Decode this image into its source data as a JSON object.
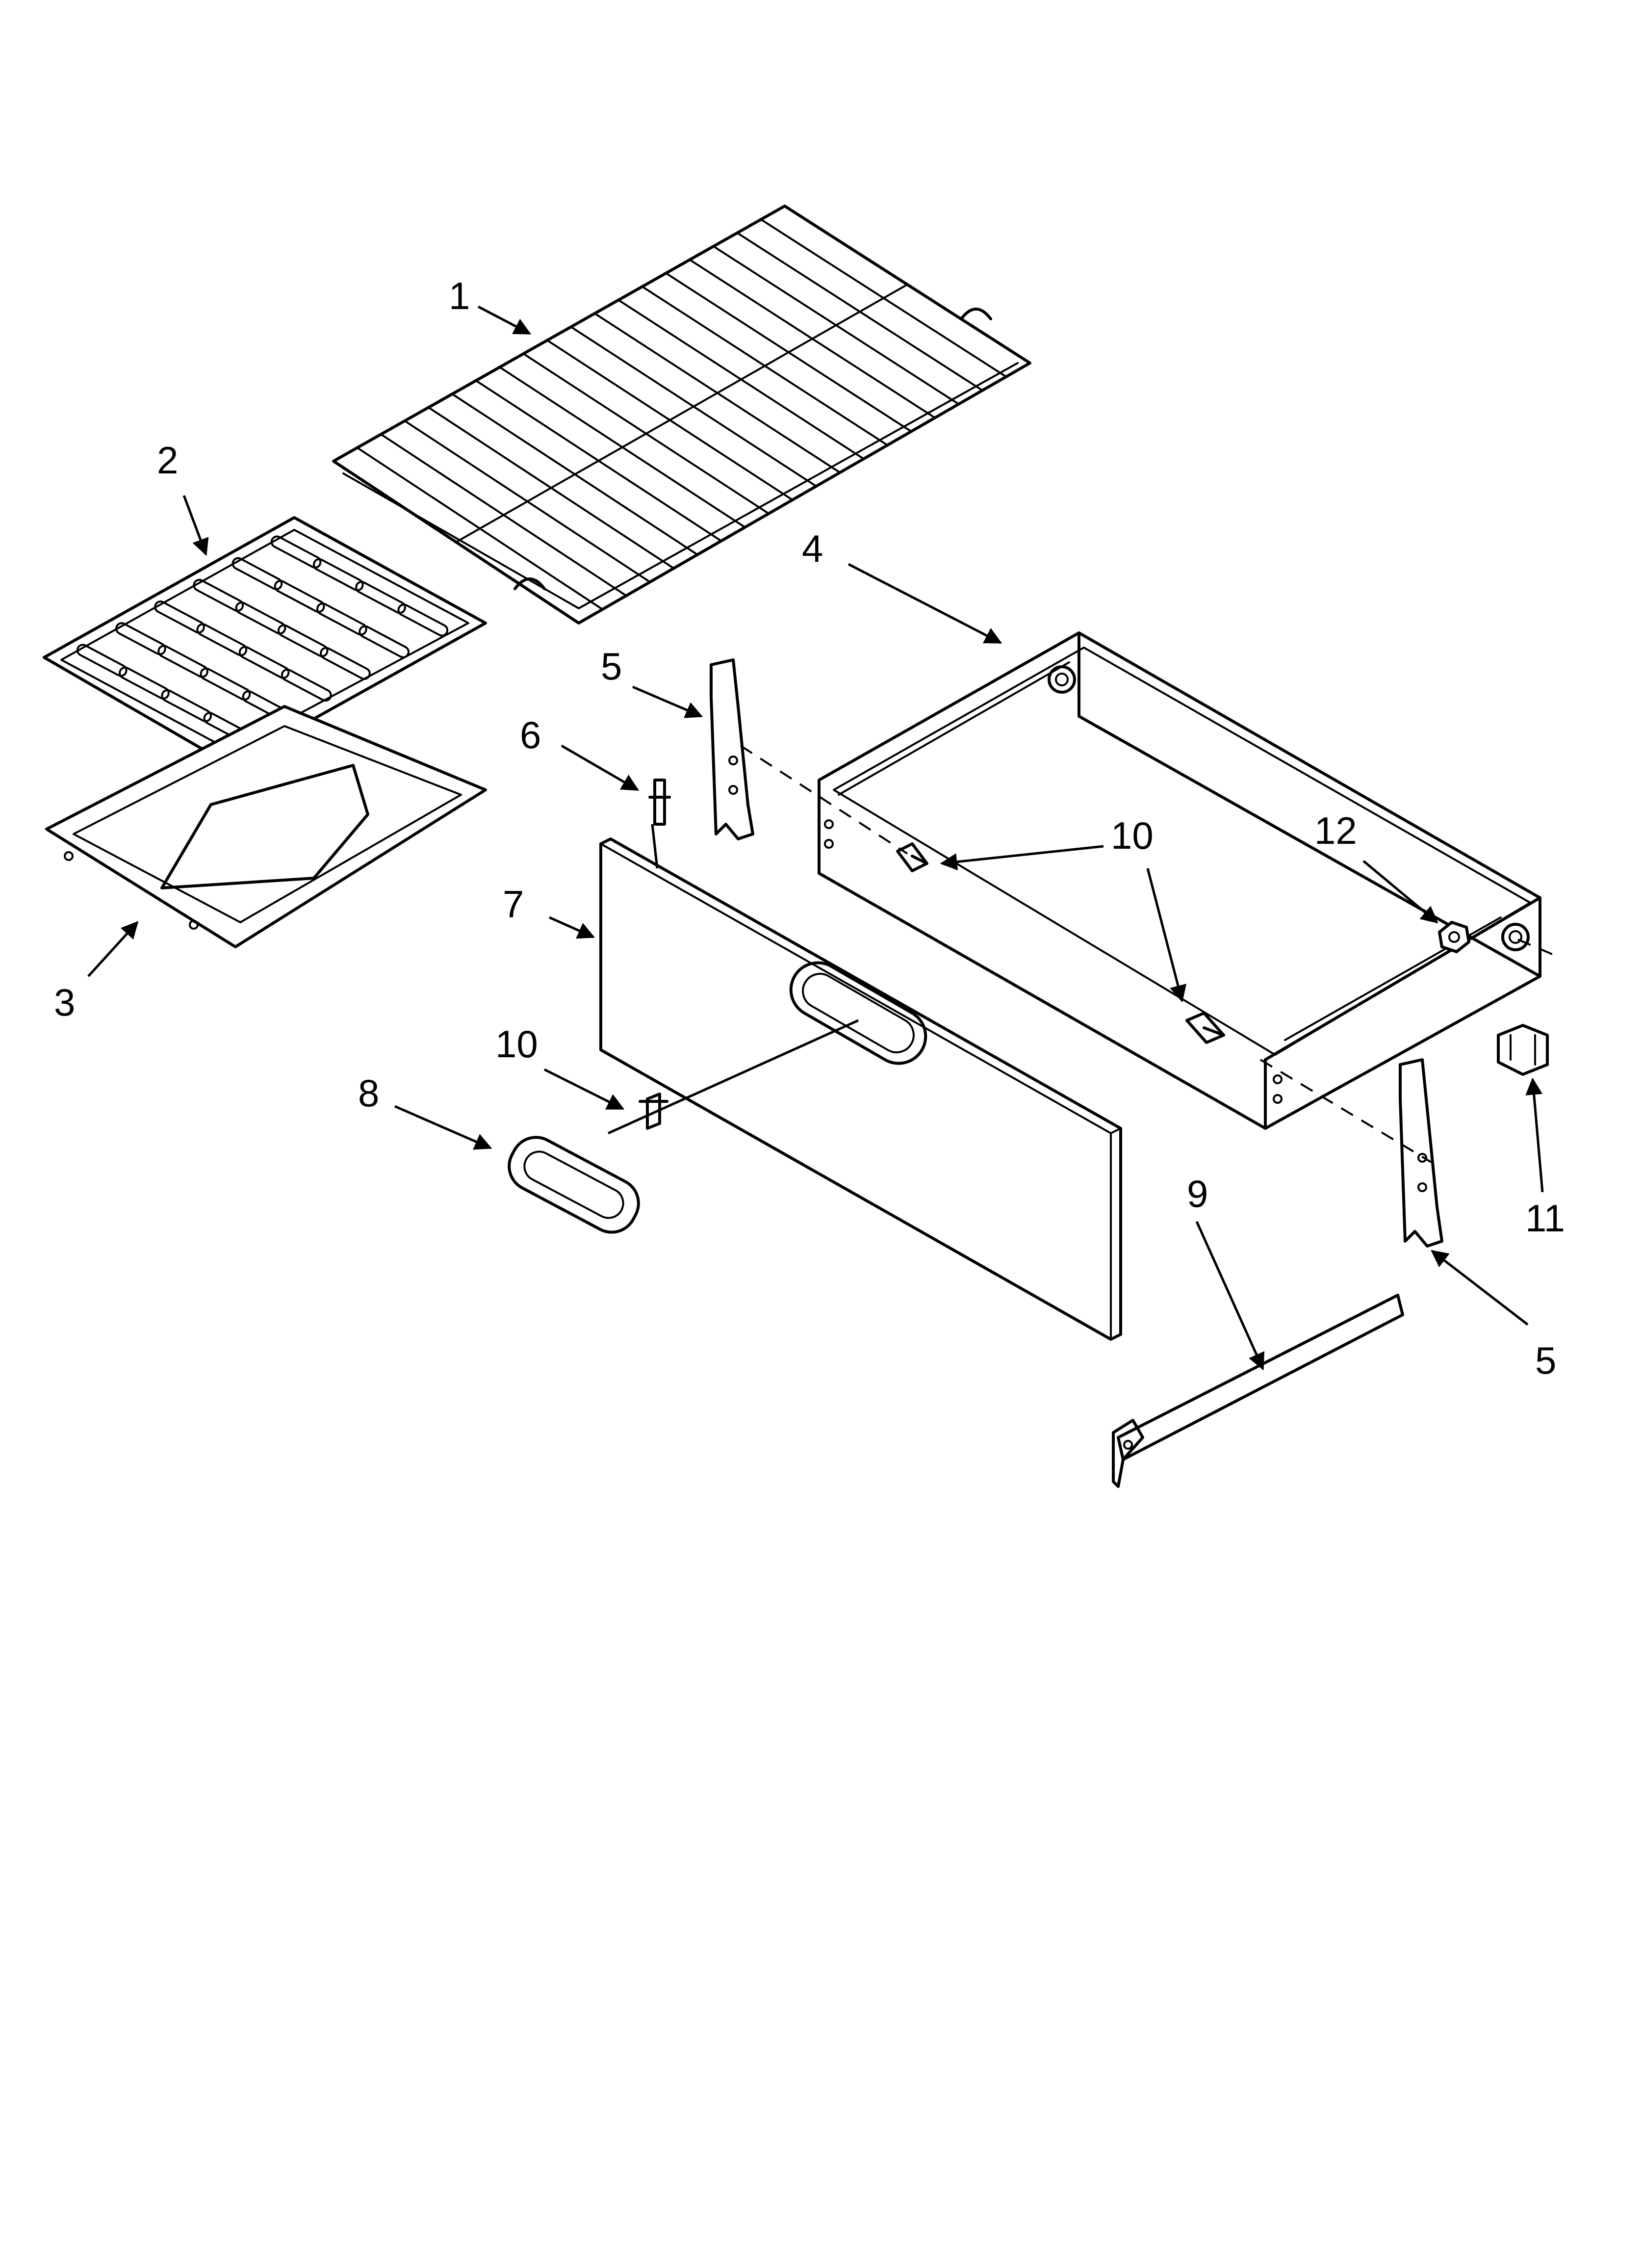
{
  "callouts": {
    "c1": "1",
    "c2": "2",
    "c3": "3",
    "c4": "4",
    "c5a": "5",
    "c5b": "5",
    "c6": "6",
    "c7": "7",
    "c8": "8",
    "c9": "9",
    "c10a": "10",
    "c10b": "10",
    "c11": "11",
    "c12": "12"
  },
  "colors": {
    "line": "#000000",
    "background": "#ffffff"
  }
}
